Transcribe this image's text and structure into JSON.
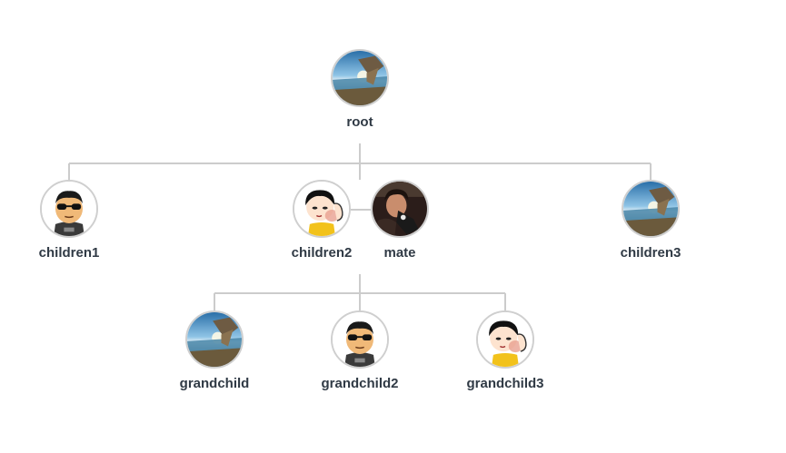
{
  "tree": {
    "root": {
      "label": "root",
      "icon": "landscape-photo-icon"
    },
    "children1": {
      "label": "children1",
      "icon": "sunglasses-cartoon-icon"
    },
    "children2": {
      "label": "children2",
      "icon": "waving-girl-cartoon-icon"
    },
    "mate": {
      "label": "mate",
      "icon": "person-photo-icon"
    },
    "children3": {
      "label": "children3",
      "icon": "landscape-photo-icon"
    },
    "grandchild": {
      "label": "grandchild",
      "icon": "landscape-photo-icon"
    },
    "grandchild2": {
      "label": "grandchild2",
      "icon": "sunglasses-cartoon-icon"
    },
    "grandchild3": {
      "label": "grandchild3",
      "icon": "waving-girl-cartoon-icon"
    }
  },
  "colors": {
    "connector": "#cccccc",
    "avatar_border": "#cfcfcf",
    "label": "#303a45"
  }
}
